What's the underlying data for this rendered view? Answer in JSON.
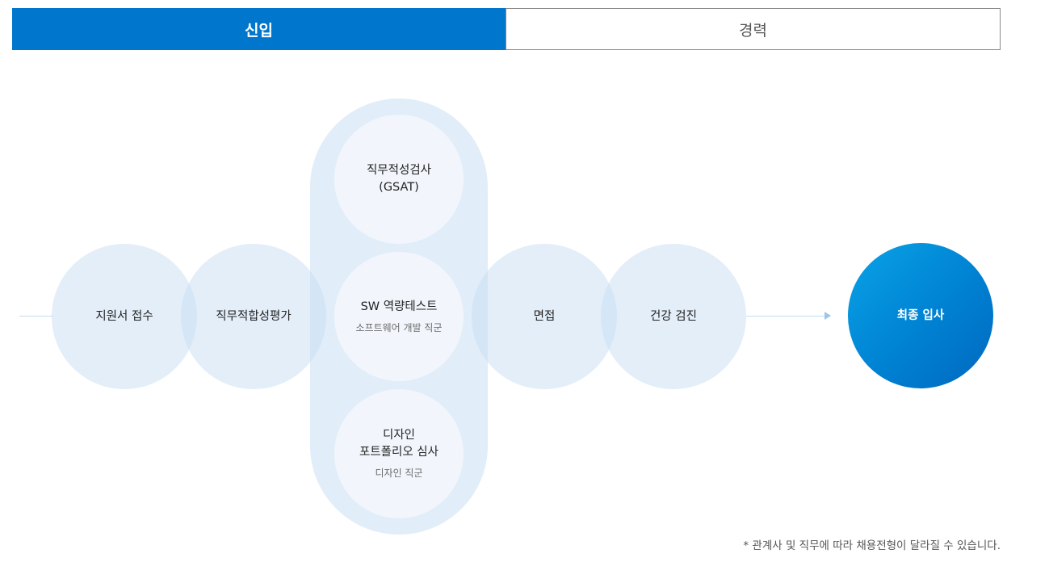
{
  "tabs": {
    "new_hire": "신입",
    "experienced": "경력"
  },
  "steps": {
    "application": "지원서 접수",
    "job_fit": "직무적합성평가",
    "gsat_line1": "직무적성검사",
    "gsat_line2": "(GSAT)",
    "sw_test": "SW 역량테스트",
    "sw_sub": "소프트웨어 개발 직군",
    "design_line1": "디자인",
    "design_line2": "포트폴리오 심사",
    "design_sub": "디자인 직군",
    "interview": "면접",
    "health": "건강 검진",
    "final": "최종 입사"
  },
  "note": "* 관계사 및 직무에 따라 채용전형이 달라질 수 있습니다.",
  "colors": {
    "accent": "#0077cc",
    "circle_fill": "#c8def3",
    "final_gradient_start": "#0aa3e6",
    "final_gradient_end": "#0068bf"
  }
}
